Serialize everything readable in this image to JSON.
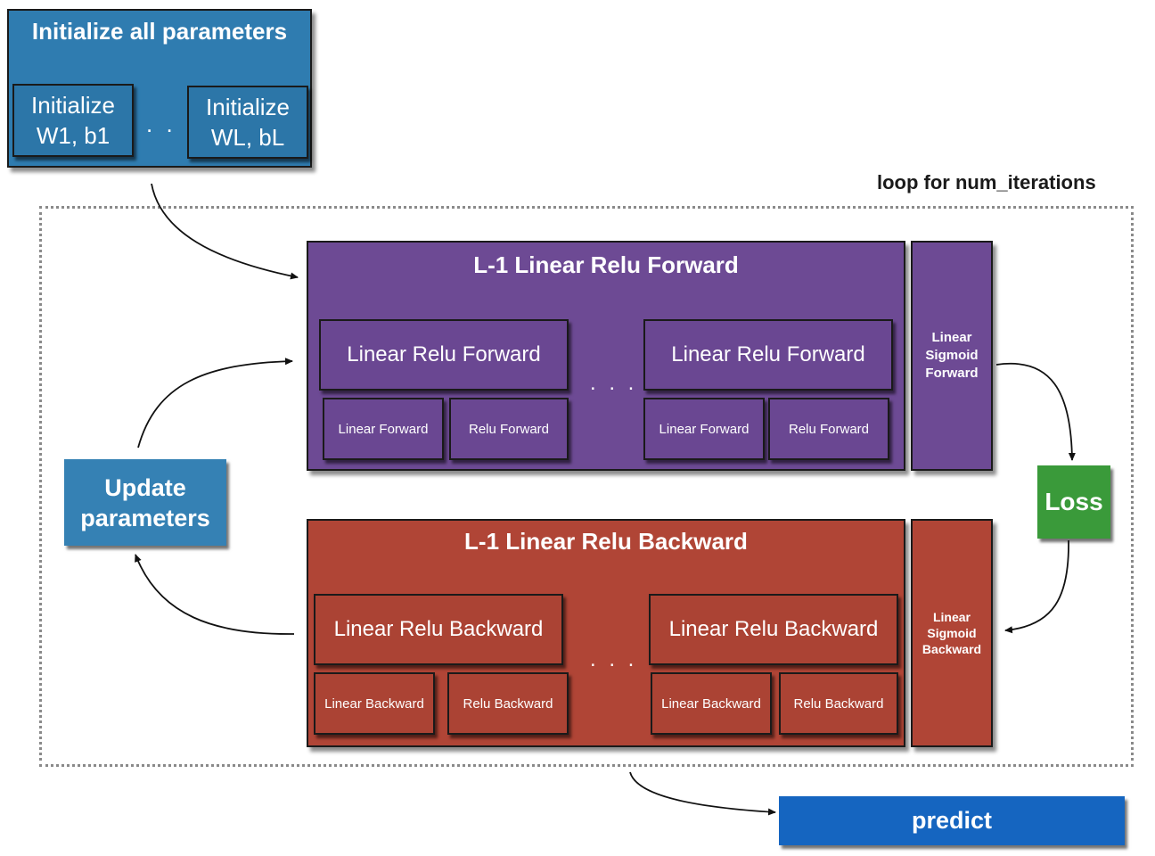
{
  "init_params": {
    "title": "Initialize all parameters",
    "first": {
      "line1": "Initialize",
      "line2": "W1, b1"
    },
    "ellipsis": ". . .",
    "last": {
      "line1": "Initialize",
      "line2": "WL, bL"
    }
  },
  "loop_label": "loop for num_iterations",
  "forward": {
    "title": "L-1 Linear Relu Forward",
    "block1": {
      "title": "Linear Relu Forward",
      "sub1": "Linear Forward",
      "sub2": "Relu Forward"
    },
    "ellipsis": ". . .",
    "block2": {
      "title": "Linear Relu Forward",
      "sub1": "Linear Forward",
      "sub2": "Relu Forward"
    },
    "sigmoid": {
      "line1": "Linear",
      "line2": "Sigmoid",
      "line3": "Forward"
    }
  },
  "backward": {
    "title": "L-1 Linear Relu Backward",
    "block1": {
      "title": "Linear Relu Backward",
      "sub1": "Linear Backward",
      "sub2": "Relu Backward"
    },
    "ellipsis": ". . .",
    "block2": {
      "title": "Linear Relu Backward",
      "sub1": "Linear Backward",
      "sub2": "Relu Backward"
    },
    "sigmoid": {
      "line1": "Linear",
      "line2": "Sigmoid",
      "line3": "Backward"
    }
  },
  "loss": {
    "label": "Loss"
  },
  "update": {
    "line1": "Update",
    "line2": "parameters"
  },
  "predict": {
    "label": "predict"
  },
  "colors": {
    "init_blue": "#2f7cb0",
    "update_blue": "#3581b4",
    "forward_purple": "#6d4a94",
    "backward_red": "#b04536",
    "loss_green": "#3a9a3a",
    "predict_blue": "#1565c0"
  }
}
